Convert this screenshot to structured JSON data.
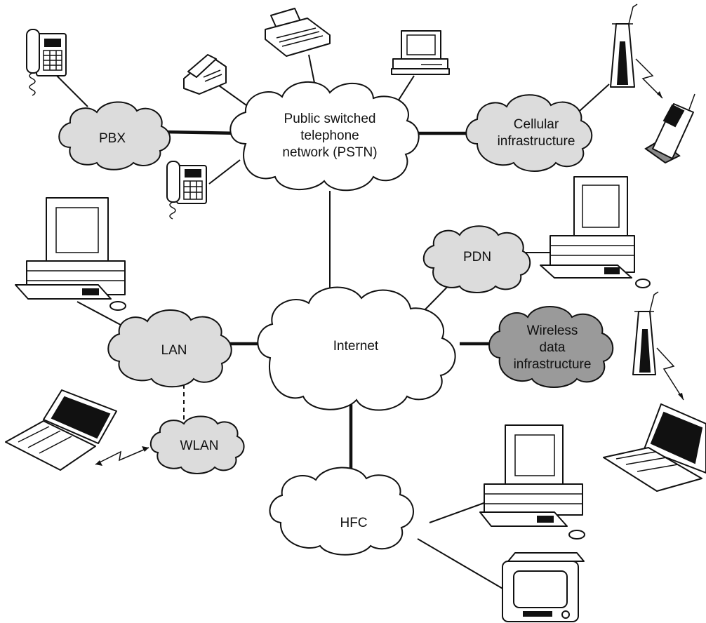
{
  "clouds": {
    "pstn": {
      "label_lines": [
        "Public switched",
        "telephone",
        "network (PSTN)"
      ]
    },
    "pbx": {
      "label": "PBX"
    },
    "cellular": {
      "label_lines": [
        "Cellular",
        "infrastructure"
      ]
    },
    "pdn": {
      "label": "PDN"
    },
    "internet": {
      "label": "Internet"
    },
    "wireless_data": {
      "label_lines": [
        "Wireless",
        "data",
        "infrastructure"
      ]
    },
    "lan": {
      "label": "LAN"
    },
    "wlan": {
      "label": "WLAN"
    },
    "hfc": {
      "label": "HFC"
    }
  },
  "colors": {
    "cloud_light": "#dcdcdc",
    "cloud_dark": "#9a9a9a",
    "cloud_white": "#ffffff",
    "ink": "#111111"
  }
}
